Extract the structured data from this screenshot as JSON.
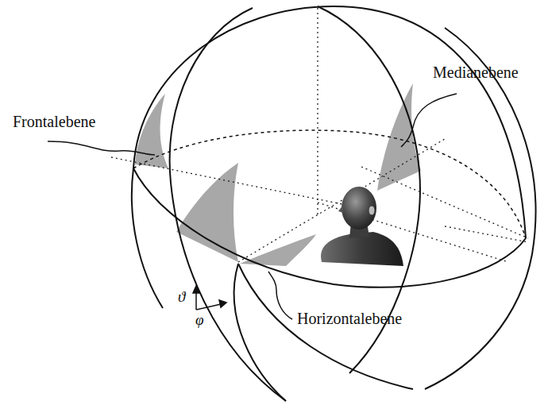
{
  "diagram": {
    "labels": [
      "Frontalebene",
      "Medianebene",
      "Horizontalebene",
      "ϑ",
      "φ"
    ]
  }
}
